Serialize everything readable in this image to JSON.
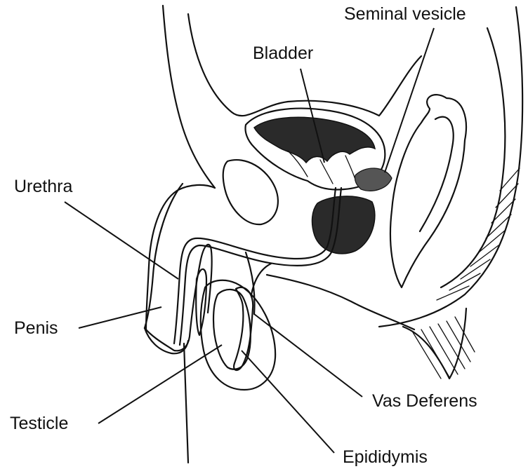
{
  "colors": {
    "ink": "#111111",
    "paper": "#ffffff",
    "shade": "#2a2a2a"
  },
  "labels": {
    "seminal_vesicle": "Seminal vesicle",
    "bladder": "Bladder",
    "urethra": "Urethra",
    "penis": "Penis",
    "vas_deferens": "Vas Deferens",
    "testicle": "Testicle",
    "epididymis": "Epididymis"
  }
}
